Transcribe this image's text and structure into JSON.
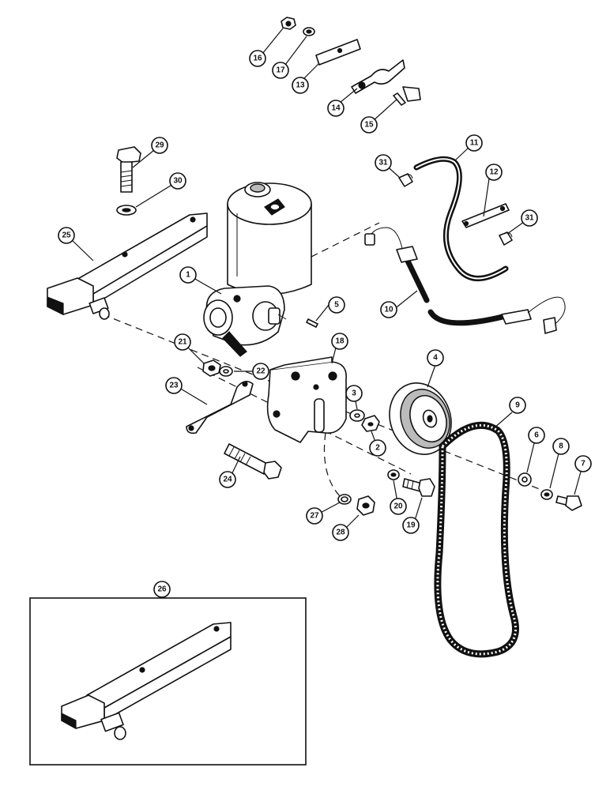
{
  "diagram": {
    "callouts": [
      {
        "id": "c1",
        "label": "1"
      },
      {
        "id": "c2",
        "label": "2"
      },
      {
        "id": "c3",
        "label": "3"
      },
      {
        "id": "c4",
        "label": "4"
      },
      {
        "id": "c5",
        "label": "5"
      },
      {
        "id": "c6",
        "label": "6"
      },
      {
        "id": "c7",
        "label": "7"
      },
      {
        "id": "c8",
        "label": "8"
      },
      {
        "id": "c9",
        "label": "9"
      },
      {
        "id": "c10",
        "label": "10"
      },
      {
        "id": "c11",
        "label": "11"
      },
      {
        "id": "c12",
        "label": "12"
      },
      {
        "id": "c13",
        "label": "13"
      },
      {
        "id": "c14",
        "label": "14"
      },
      {
        "id": "c15",
        "label": "15"
      },
      {
        "id": "c16",
        "label": "16"
      },
      {
        "id": "c17",
        "label": "17"
      },
      {
        "id": "c18",
        "label": "18"
      },
      {
        "id": "c19",
        "label": "19"
      },
      {
        "id": "c20",
        "label": "20"
      },
      {
        "id": "c21",
        "label": "21"
      },
      {
        "id": "c22",
        "label": "22"
      },
      {
        "id": "c23",
        "label": "23"
      },
      {
        "id": "c24",
        "label": "24"
      },
      {
        "id": "c25",
        "label": "25"
      },
      {
        "id": "c26",
        "label": "26"
      },
      {
        "id": "c27",
        "label": "27"
      },
      {
        "id": "c28",
        "label": "28"
      },
      {
        "id": "c29",
        "label": "29"
      },
      {
        "id": "c30",
        "label": "30"
      },
      {
        "id": "c31a",
        "label": "31"
      },
      {
        "id": "c31b",
        "label": "31"
      }
    ]
  }
}
